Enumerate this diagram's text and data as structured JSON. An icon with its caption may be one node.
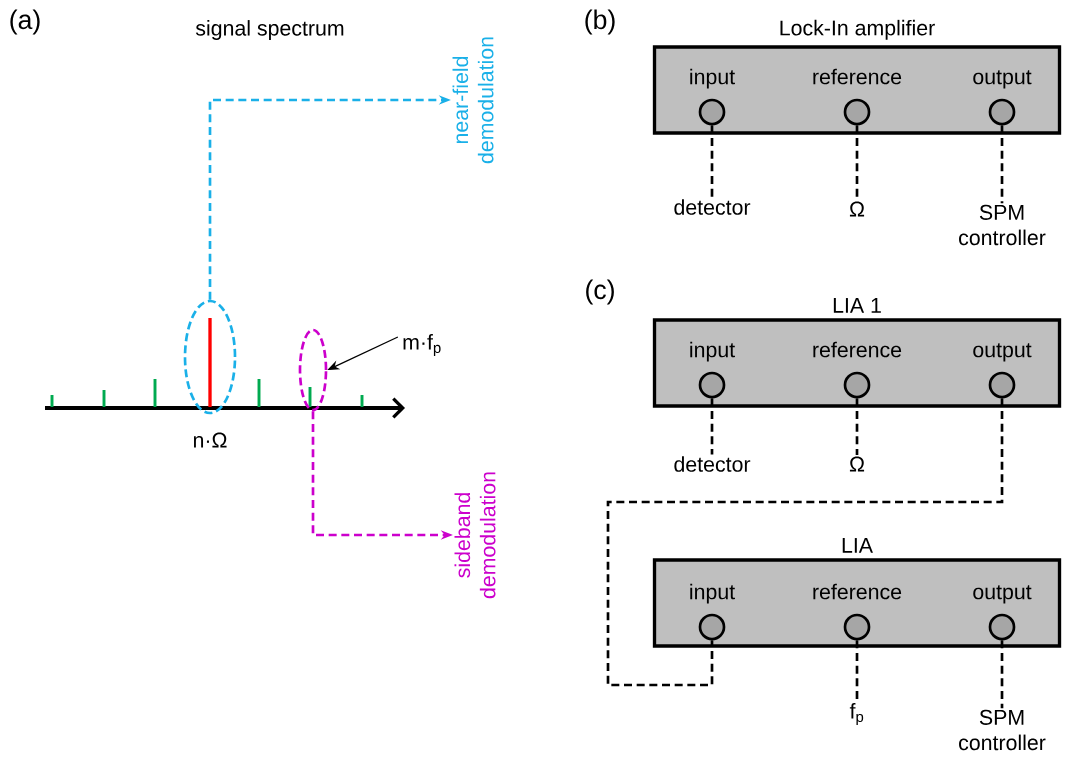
{
  "diagram": {
    "nodes": [
      {
        "text": [],
        "shape": "ellipse",
        "beside": [
          "n·Ω"
        ]
      },
      {
        "text": [
          "near-field demodulation"
        ]
      },
      {
        "text": [],
        "shape": "ellipse"
      },
      {
        "text": [
          "sideband demodulation"
        ]
      },
      {
        "text": [
          "m·f$_{p}$"
        ]
      },
      {
        "text": [
          "Lock-In amplifier"
        ]
      },
      {
        "text": [
          "input"
        ],
        "in": 5
      },
      {
        "text": [
          "reference"
        ],
        "in": 5
      },
      {
        "text": [
          "output"
        ],
        "in": 5
      },
      {
        "text": [
          "detector"
        ]
      },
      {
        "text": [
          "Ω"
        ]
      },
      {
        "text": [
          "SPM controller"
        ]
      },
      {
        "text": [
          "LIA 1"
        ]
      },
      {
        "text": [
          "input"
        ],
        "in": 12
      },
      {
        "text": [
          "reference"
        ],
        "in": 12
      },
      {
        "text": [
          "output"
        ],
        "in": 12
      },
      {
        "text": [
          "detector"
        ]
      },
      {
        "text": [
          "Ω"
        ]
      },
      {
        "text": [
          "LIA"
        ]
      },
      {
        "text": [
          "input"
        ],
        "in": 18
      },
      {
        "text": [
          "reference"
        ],
        "in": 18
      },
      {
        "text": [
          "output"
        ],
        "in": 18
      },
      {
        "text": [
          "f$_{p}$"
        ]
      },
      {
        "text": [
          "SPM controller"
        ]
      }
    ],
    "edges": [
      {
        "from": 0,
        "to": 1,
        "arrow": "to",
        "style": "dashed",
        "color": "#1ab0e8"
      },
      {
        "from": 2,
        "to": 3,
        "arrow": "to",
        "style": "dashed",
        "color": "#cc00cc"
      },
      {
        "from": 4,
        "to": 2,
        "arrow": "to"
      },
      {
        "from": 6,
        "to": 9,
        "arrow": "none",
        "style": "dashed"
      },
      {
        "from": 7,
        "to": 10,
        "arrow": "none",
        "style": "dashed"
      },
      {
        "from": 8,
        "to": 11,
        "arrow": "none",
        "style": "dashed"
      },
      {
        "from": 13,
        "to": 16,
        "arrow": "none",
        "style": "dashed"
      },
      {
        "from": 14,
        "to": 17,
        "arrow": "none",
        "style": "dashed"
      },
      {
        "from": 15,
        "to": 19,
        "arrow": "none",
        "style": "dashed"
      },
      {
        "from": 20,
        "to": 22,
        "arrow": "none",
        "style": "dashed"
      },
      {
        "from": 21,
        "to": 23,
        "arrow": "none",
        "style": "dashed"
      }
    ],
    "labels": [
      "(a)",
      "signal spectrum",
      "(b)",
      "(c)"
    ]
  }
}
